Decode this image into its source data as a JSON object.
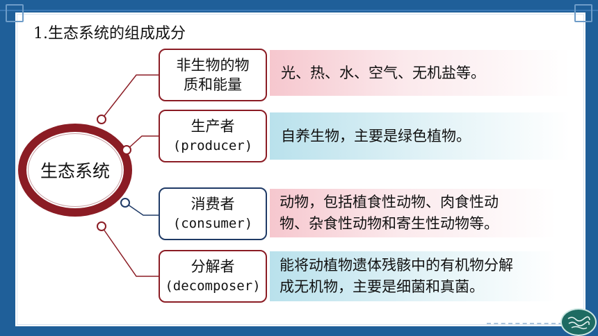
{
  "heading": "1.生态系统的组成成分",
  "hub": {
    "label": "生态系统"
  },
  "components": [
    {
      "title_line1": "非生物的物",
      "title_line2": "质和能量",
      "desc_line1": "光、热、水、空气、无机盐等。",
      "desc_line2": ""
    },
    {
      "title_line1": "生产者",
      "title_line2": "(producer)",
      "desc_line1": "自养生物，主要是绿色植物。",
      "desc_line2": ""
    },
    {
      "title_line1": "消费者",
      "title_line2": "(consumer)",
      "desc_line1": "动物，包括植食性动物、肉食性动",
      "desc_line2": "物、杂食性动物和寄生性动物等。"
    },
    {
      "title_line1": "分解者",
      "title_line2": "(decomposer)",
      "desc_line1": "能将动植物遗体残骸中的有机物分解",
      "desc_line2": "成无机物，主要是细菌和真菌。"
    }
  ],
  "colors": {
    "dark_red": "#8b1c24",
    "navy": "#1f3a66",
    "background": "#1f5f99"
  }
}
